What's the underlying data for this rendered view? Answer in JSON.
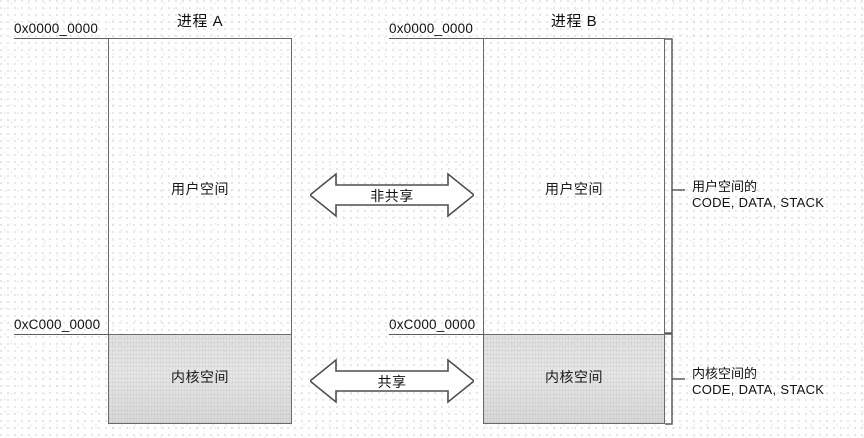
{
  "diagram": {
    "title_a": "进程 A",
    "title_b": "进程 B",
    "processes": [
      {
        "id": "process-a",
        "title": "进程 A",
        "top_address": "0x0000_0000",
        "split_address": "0xC000_0000",
        "user_region_label": "用户空间",
        "kernel_region_label": "内核空间"
      },
      {
        "id": "process-b",
        "title": "进程 B",
        "top_address": "0x0000_0000",
        "split_address": "0xC000_0000",
        "user_region_label": "用户空间",
        "kernel_region_label": "内核空间"
      }
    ],
    "relations": [
      {
        "id": "user-space-relation",
        "label": "非共享"
      },
      {
        "id": "kernel-space-relation",
        "label": "共享"
      }
    ],
    "annotations": [
      {
        "id": "user-space-annotation",
        "line1": "用户空间的",
        "line2": "CODE, DATA, STACK"
      },
      {
        "id": "kernel-space-annotation",
        "line1": "内核空间的",
        "line2": "CODE, DATA, STACK"
      }
    ],
    "colors": {
      "stroke": "#6a6a6a",
      "text": "#111111",
      "kernel_fill": "#dcdcdc",
      "user_fill": "#ffffff",
      "background": "#ffffff"
    }
  }
}
